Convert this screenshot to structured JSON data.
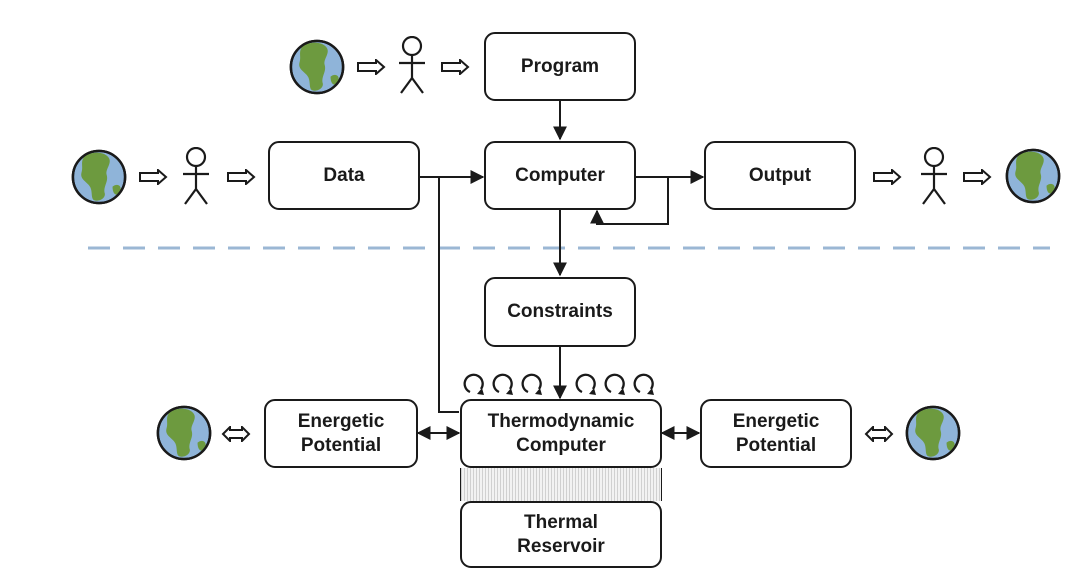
{
  "boxes": {
    "program": "Program",
    "data": "Data",
    "computer": "Computer",
    "output": "Output",
    "constraints": "Constraints",
    "energetic_left": "Energetic\nPotential",
    "thermo_computer": "Thermodynamic\nComputer",
    "energetic_right": "Energetic\nPotential",
    "thermal_reservoir": "Thermal\nReservoir"
  },
  "colors": {
    "ocean": "#8fb4d9",
    "land": "#6d9a3f",
    "divider": "#9bb7d4",
    "line": "#1a1a1a"
  },
  "icons": [
    "earth-icon",
    "person-icon",
    "implies-arrow-icon",
    "bidirectional-arrow-icon",
    "cycle-arrow-icon"
  ]
}
